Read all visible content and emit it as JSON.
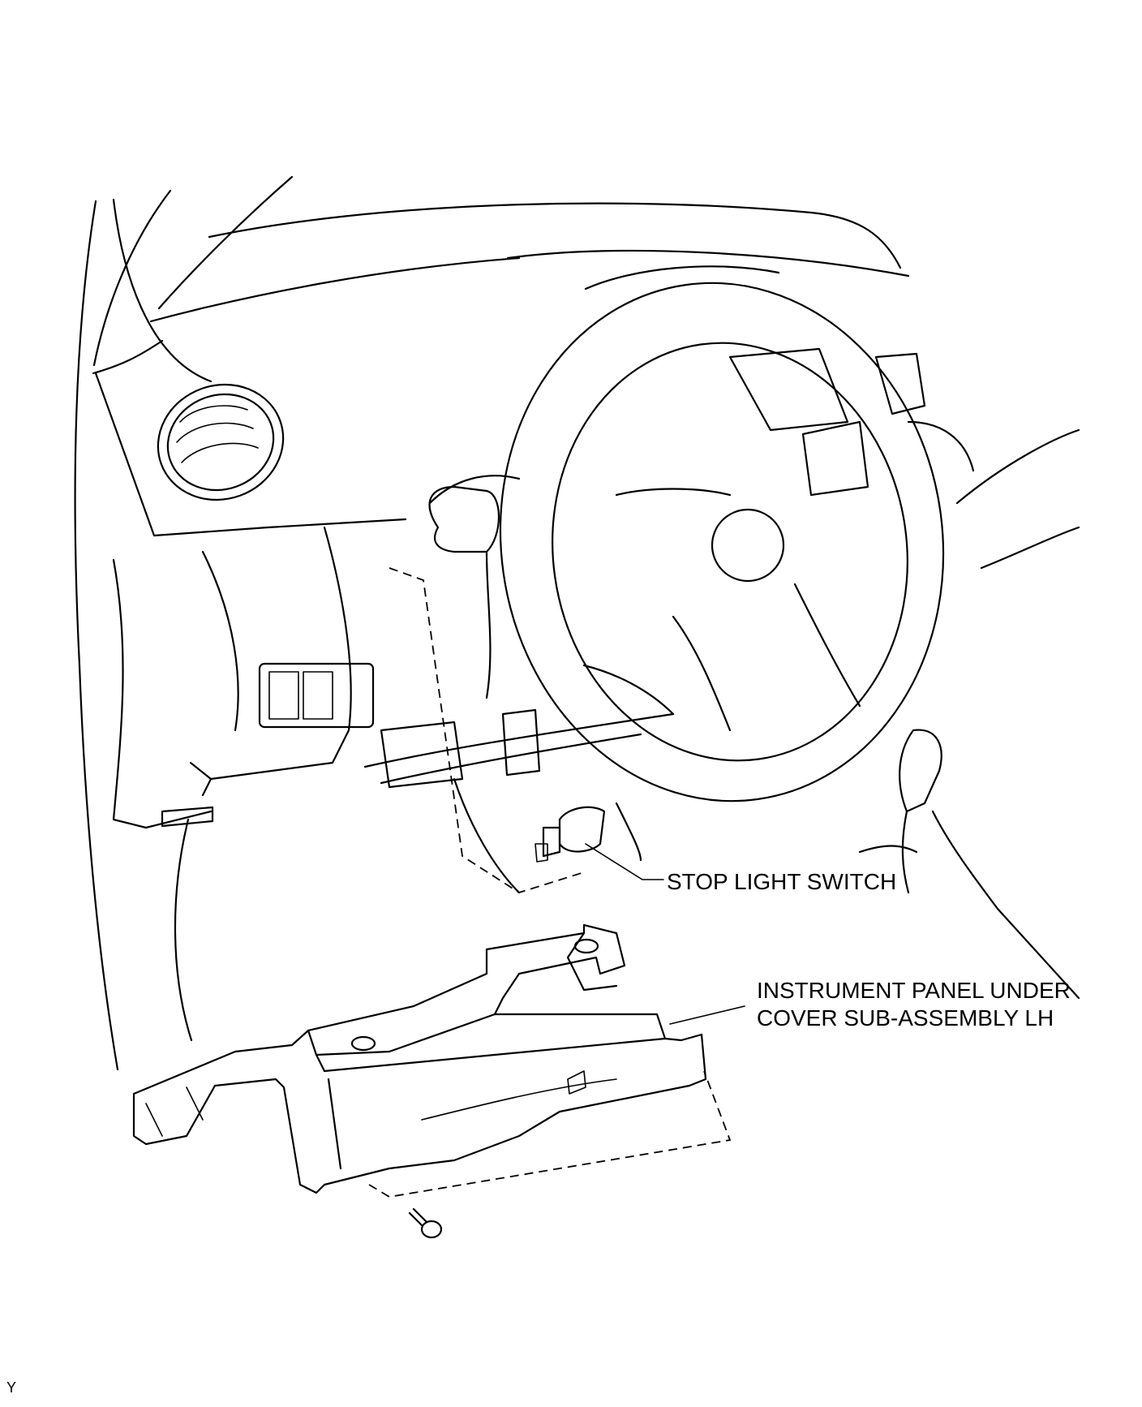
{
  "labels": {
    "stop_light_switch": "STOP LIGHT SWITCH",
    "cover_line1": "INSTRUMENT PANEL UNDER",
    "cover_line2": "COVER SUB-ASSEMBLY LH"
  },
  "figure_code": "Y",
  "colors": {
    "line": "#000000",
    "background": "#ffffff"
  }
}
